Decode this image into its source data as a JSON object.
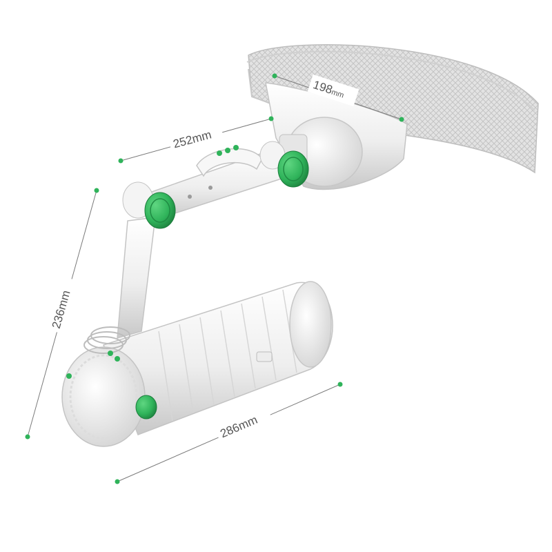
{
  "dimensions": {
    "belt_width": {
      "value": "198",
      "unit": "mm"
    },
    "arm_length": {
      "value": "252",
      "unit": "mm"
    },
    "height": {
      "value": "236",
      "unit": "mm"
    },
    "body_length": {
      "value": "286",
      "unit": "mm"
    }
  },
  "colors": {
    "accent": "#2fb35a",
    "accent_dark": "#1f8a43",
    "body": "#f2f2f2",
    "shadow": "#c9c9c9",
    "belt": "#e4e4e4",
    "dim_line": "#7a7a7a"
  }
}
